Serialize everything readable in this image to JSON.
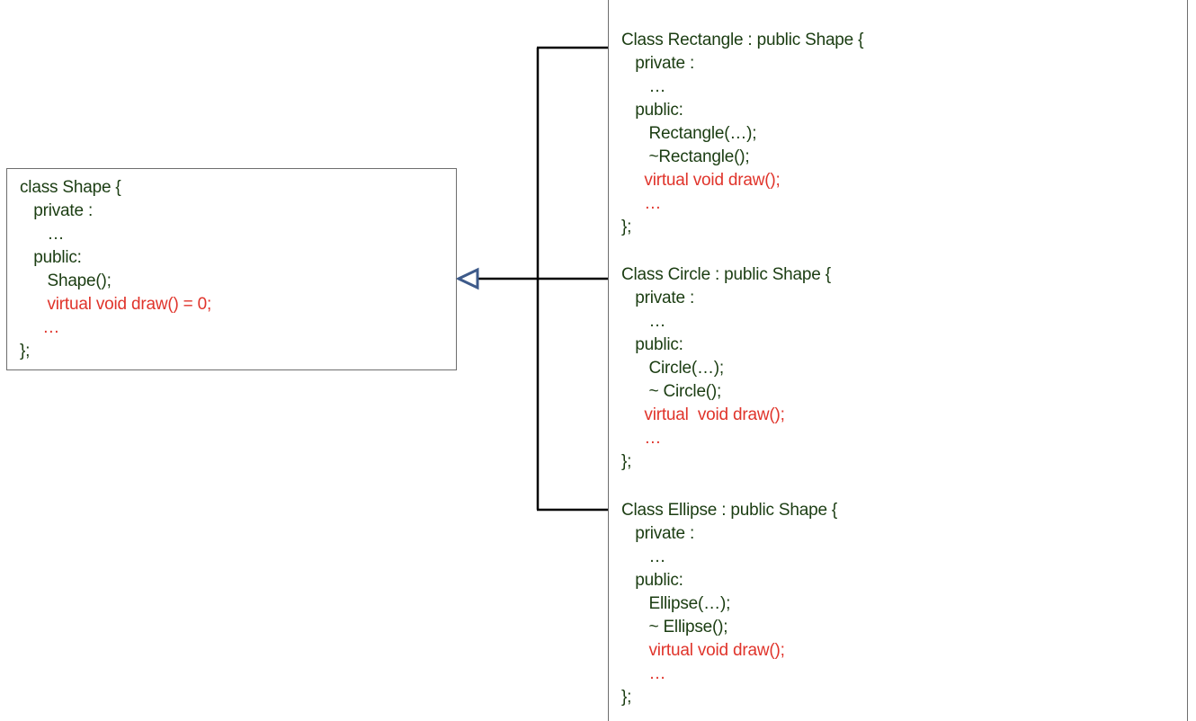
{
  "base_class": {
    "lines": [
      "class Shape {",
      "   private :",
      "      …",
      "   public:",
      "      Shape();",
      "      virtual void draw() = 0;",
      "     …",
      "};"
    ],
    "highlight_lines": [
      5,
      6
    ]
  },
  "derived_classes": [
    {
      "lines": [
        "Class Rectangle : public Shape {",
        "   private :",
        "      …",
        "   public:",
        "      Rectangle(…);",
        "      ~Rectangle();",
        "     virtual void draw();",
        "     …",
        "};"
      ],
      "highlight_lines": [
        6,
        7
      ]
    },
    {
      "lines": [
        "Class Circle : public Shape {",
        "   private :",
        "      …",
        "   public:",
        "      Circle(…);",
        "      ~ Circle();",
        "     virtual  void draw();",
        "     …",
        "};"
      ],
      "highlight_lines": [
        6,
        7
      ]
    },
    {
      "lines": [
        "Class Ellipse : public Shape {",
        "   private :",
        "      …",
        "   public:",
        "      Ellipse(…);",
        "      ~ Ellipse();",
        "      virtual void draw();",
        "      …",
        "};"
      ],
      "highlight_lines": [
        6,
        7
      ]
    }
  ],
  "colors": {
    "code_text": "#1b3d12",
    "highlight": "#e0342b",
    "arrow": "#3d5a8a",
    "connector": "#000000",
    "border": "#6e6e6e"
  }
}
